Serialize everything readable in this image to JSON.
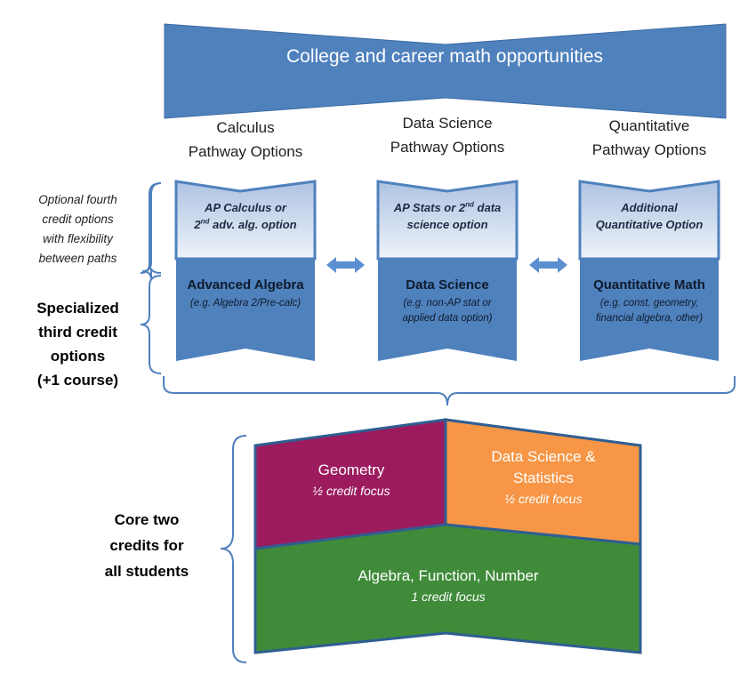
{
  "banner": {
    "title": "College and career math opportunities"
  },
  "pathways": [
    {
      "head_line1": "Calculus",
      "head_line2": "Pathway Options",
      "top_line1": "AP Calculus or",
      "top_line2_pre": "2",
      "top_line2_sup": "nd",
      "top_line2_post": " adv. alg. option",
      "title": "Advanced Algebra",
      "sub_line1": "(e.g. Algebra 2/Pre-calc)",
      "sub_line2": ""
    },
    {
      "head_line1": "Data Science",
      "head_line2": "Pathway Options",
      "top_line1_pre": "AP Stats or 2",
      "top_line1_sup": "nd",
      "top_line1_post": " data",
      "top_line2": "science option",
      "title": "Data Science",
      "sub_line1": "(e.g. non-AP stat or",
      "sub_line2": "applied data option)"
    },
    {
      "head_line1": "Quantitative",
      "head_line2": "Pathway Options",
      "top_line1": "Additional",
      "top_line2": "Quantitative  Option",
      "title": "Quantitative Math",
      "sub_line1": "(e.g. const. geometry,",
      "sub_line2": "financial algebra, other)"
    }
  ],
  "left_notes": {
    "fourth": [
      "Optional fourth",
      "credit options",
      "with flexibility",
      "between paths"
    ],
    "third": [
      "Specialized",
      "third credit",
      "options",
      "(+1 course)"
    ],
    "core": [
      "Core two",
      "credits for",
      "all students"
    ]
  },
  "core": {
    "geometry": {
      "title": "Geometry",
      "sub": "½ credit focus"
    },
    "data_stats": {
      "title_line1": "Data Science &",
      "title_line2": "Statistics",
      "sub": "½ credit focus"
    },
    "algebra": {
      "title": "Algebra, Function, Number",
      "sub": "1 credit focus"
    }
  },
  "colors": {
    "banner": "#4f81bd",
    "card_dark": "#4f81bd",
    "card_light": "#dbe5f1",
    "geometry": "#9b1b5e",
    "data_stats": "#f79646",
    "algebra": "#3f8b3a",
    "brace": "#4f81bd"
  }
}
